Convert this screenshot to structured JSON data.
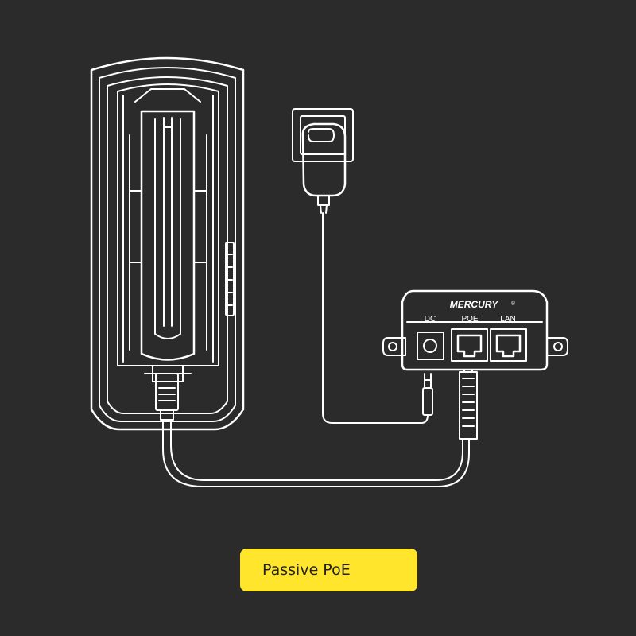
{
  "injector": {
    "brand": "MERCURY",
    "registered_mark": "®",
    "ports": {
      "dc": "DC",
      "poe": "POE",
      "lan": "LAN"
    }
  },
  "caption": "Passive PoE",
  "colors": {
    "background": "#2b2b2b",
    "line": "#ffffff",
    "device_fill": "#2b2b2b",
    "caption_bg": "#ffe52b",
    "caption_text": "#222222"
  },
  "icons": [
    "outdoor-access-point-icon",
    "power-adapter-icon",
    "wall-socket-icon",
    "poe-injector-icon",
    "rj45-connector-icon",
    "dc-plug-icon",
    "ethernet-cable-icon"
  ]
}
